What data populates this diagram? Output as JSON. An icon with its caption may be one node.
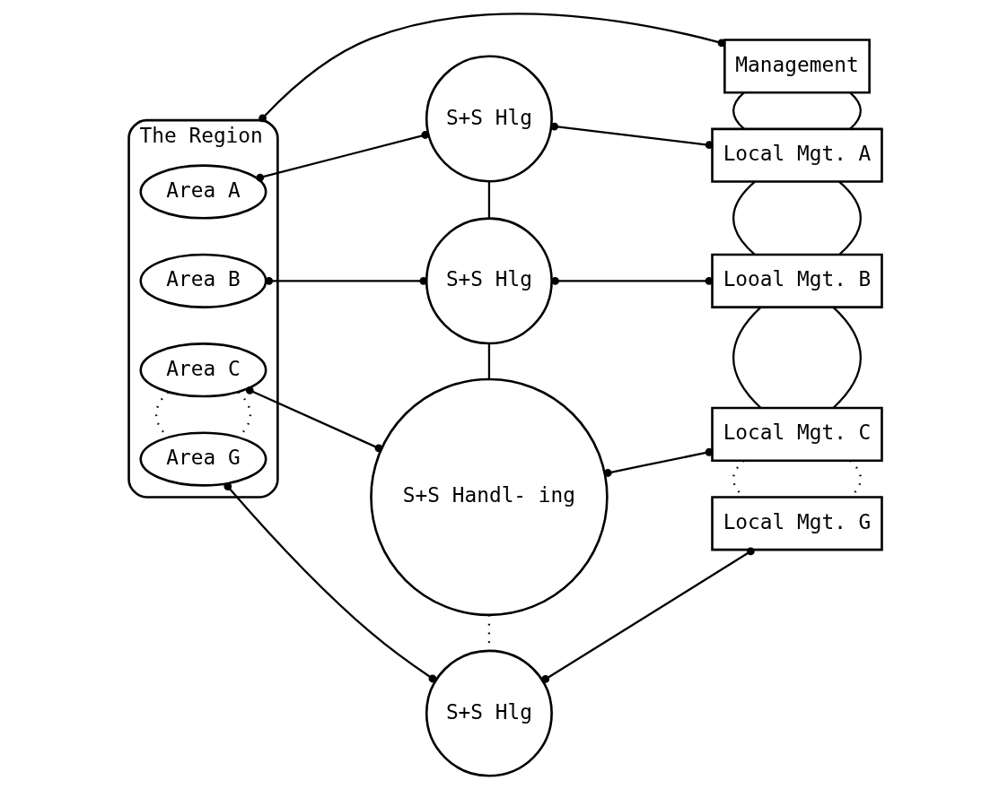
{
  "diagram": {
    "nodes": [
      {
        "text": [
          "Management"
        ]
      },
      {
        "text": [
          "The Region"
        ]
      },
      {
        "text": [
          "Area A"
        ],
        "in": 1
      },
      {
        "text": [
          "Area B"
        ],
        "in": 1
      },
      {
        "text": [
          "Area C"
        ],
        "in": 1
      },
      {
        "text": [
          "Area G"
        ],
        "in": 1
      },
      {
        "text": [
          "S+S Hlg"
        ]
      },
      {
        "text": [
          "S+S Hlg"
        ]
      },
      {
        "text": [
          "S+S Handl- ing"
        ]
      },
      {
        "text": [
          "S+S Hlg"
        ]
      },
      {
        "text": [
          "Local Mgt. A"
        ]
      },
      {
        "text": [
          "Looal Mgt. B"
        ]
      },
      {
        "text": [
          "Local Mgt. C"
        ]
      },
      {
        "text": [
          "Local Mgt. G"
        ]
      }
    ],
    "edges": [
      {
        "from": 1,
        "to": 0,
        "arrow": "other"
      },
      {
        "from": 0,
        "to": 10,
        "arrow": "none"
      },
      {
        "from": 0,
        "to": 10,
        "arrow": "none"
      },
      {
        "from": 2,
        "to": 6,
        "arrow": "other"
      },
      {
        "from": 6,
        "to": 10,
        "arrow": "other"
      },
      {
        "from": 10,
        "to": 11,
        "arrow": "none"
      },
      {
        "from": 10,
        "to": 11,
        "arrow": "none"
      },
      {
        "from": 6,
        "to": 7,
        "arrow": "none"
      },
      {
        "from": 3,
        "to": 7,
        "arrow": "other"
      },
      {
        "from": 7,
        "to": 11,
        "arrow": "other"
      },
      {
        "from": 11,
        "to": 12,
        "arrow": "none"
      },
      {
        "from": 11,
        "to": 12,
        "arrow": "none"
      },
      {
        "from": 7,
        "to": 8,
        "arrow": "none"
      },
      {
        "from": 4,
        "to": 8,
        "arrow": "other"
      },
      {
        "from": 8,
        "to": 12,
        "arrow": "other"
      },
      {
        "from": 4,
        "to": 5,
        "arrow": "none",
        "style": "dashed"
      },
      {
        "from": 4,
        "to": 5,
        "arrow": "none",
        "style": "dashed"
      },
      {
        "from": 12,
        "to": 13,
        "arrow": "none",
        "style": "dashed"
      },
      {
        "from": 12,
        "to": 13,
        "arrow": "none",
        "style": "dashed"
      },
      {
        "from": 8,
        "to": 9,
        "arrow": "none",
        "style": "dashed"
      },
      {
        "from": 5,
        "to": 9,
        "arrow": "other"
      },
      {
        "from": 9,
        "to": 13,
        "arrow": "other"
      }
    ]
  }
}
